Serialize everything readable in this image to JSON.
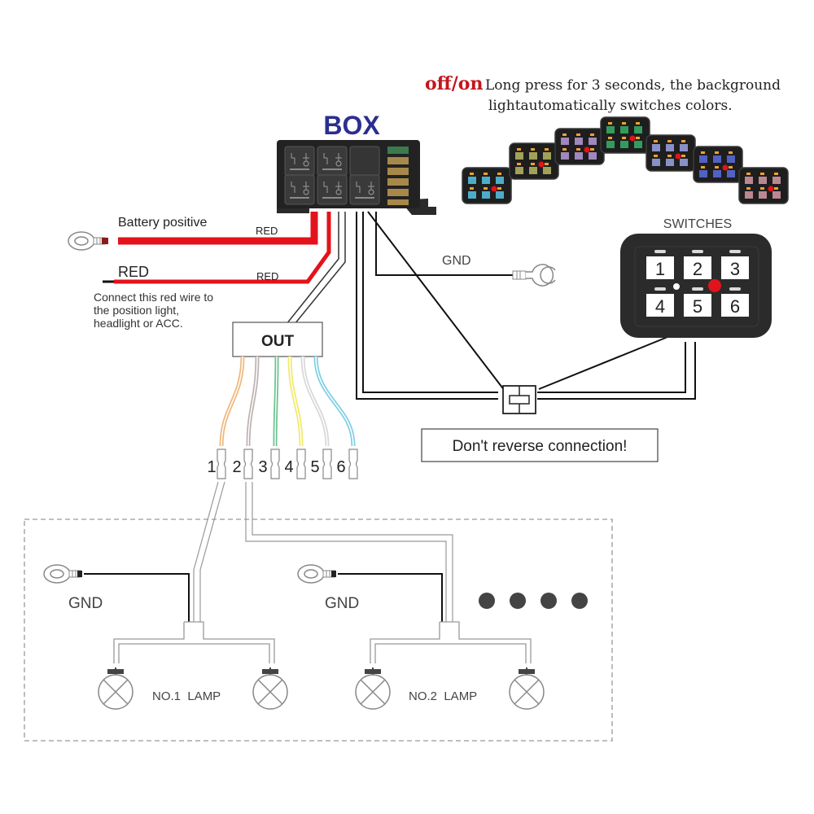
{
  "title": {
    "box_label": "BOX",
    "offon_label": "off/on",
    "offon_text_line1": "Long press for 3 seconds, the background",
    "offon_text_line2": "lightautomatically switches colors."
  },
  "colors": {
    "box_title": "#2a2f8f",
    "offon_red": "#c4161c",
    "wire_red": "#e3131b",
    "wire_black": "#111111",
    "panel_dark": "#2b2b2b"
  },
  "power": {
    "battery_label": "Battery positive",
    "battery_wire_label": "RED",
    "acc_heading": "RED",
    "acc_wire_label": "RED",
    "acc_note_line1": "Connect this red wire to",
    "acc_note_line2": "the position light,",
    "acc_note_line3": "headlight or ACC."
  },
  "ground": {
    "label": "GND"
  },
  "switch_panel": {
    "title": "SWITCHES",
    "buttons": [
      "1",
      "2",
      "3",
      "4",
      "5",
      "6"
    ]
  },
  "color_panels": [
    {
      "name": "cyan",
      "color": "#56c7e6"
    },
    {
      "name": "olive",
      "color": "#b9b865"
    },
    {
      "name": "violet",
      "color": "#b79ad8"
    },
    {
      "name": "green",
      "color": "#36b36a"
    },
    {
      "name": "lavender",
      "color": "#9aa6e6"
    },
    {
      "name": "blue",
      "color": "#5b6fe0"
    },
    {
      "name": "pink",
      "color": "#d79aa8"
    }
  ],
  "connector_warning": "Don't reverse connection!",
  "out_box": {
    "label": "OUT",
    "channels": [
      {
        "number": "1",
        "color": "#f0b77e"
      },
      {
        "number": "2",
        "color": "#bdb3b0"
      },
      {
        "number": "3",
        "color": "#6cc48f"
      },
      {
        "number": "4",
        "color": "#f2ea6a"
      },
      {
        "number": "5",
        "color": "#d8d8d8"
      },
      {
        "number": "6",
        "color": "#7fd0e3"
      }
    ]
  },
  "lamps": {
    "group1": {
      "gnd_label": "GND",
      "label": "NO.1  LAMP"
    },
    "group2": {
      "gnd_label": "GND",
      "label": "NO.2  LAMP"
    },
    "more_dots": 4
  }
}
